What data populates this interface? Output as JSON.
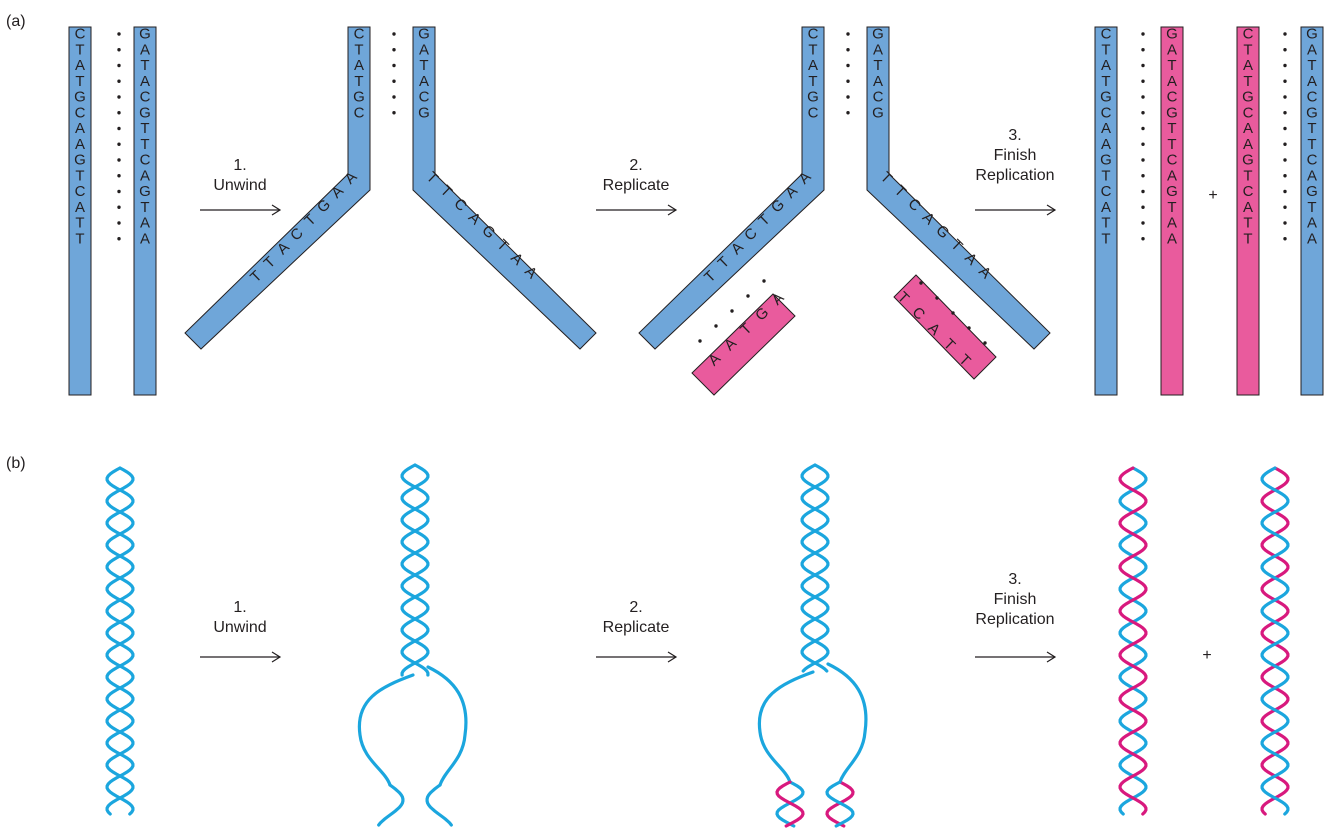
{
  "panel_labels": {
    "a": "(a)",
    "b": "(b)"
  },
  "colors": {
    "parent": "#6fa6d9",
    "daughter": "#e95b9d",
    "helix_parent": "#1ba6de",
    "helix_daughter": "#d8197e",
    "outline": "#231f20"
  },
  "steps": [
    {
      "number": "1.",
      "lines": [
        "Unwind"
      ]
    },
    {
      "number": "2.",
      "lines": [
        "Replicate"
      ]
    },
    {
      "number": "3.",
      "lines": [
        "Finish",
        "Replication"
      ]
    }
  ],
  "plus": "+",
  "sequences": {
    "top_strand": [
      "C",
      "T",
      "A",
      "T",
      "G",
      "C",
      "A",
      "A",
      "G",
      "T",
      "C",
      "A",
      "T",
      "T"
    ],
    "bottom_strand": [
      "G",
      "A",
      "T",
      "A",
      "C",
      "G",
      "T",
      "T",
      "C",
      "A",
      "G",
      "T",
      "A",
      "A"
    ],
    "left_arm_tail": [
      "A",
      "A",
      "G",
      "T",
      "C",
      "A",
      "T",
      "T"
    ],
    "right_arm_tail": [
      "T",
      "T",
      "C",
      "A",
      "G",
      "T",
      "A",
      "A"
    ],
    "new_left_fragment": [
      "A",
      "A",
      "T",
      "G",
      "A"
    ],
    "new_right_fragment": [
      "T",
      "C",
      "A",
      "T",
      "T"
    ]
  }
}
